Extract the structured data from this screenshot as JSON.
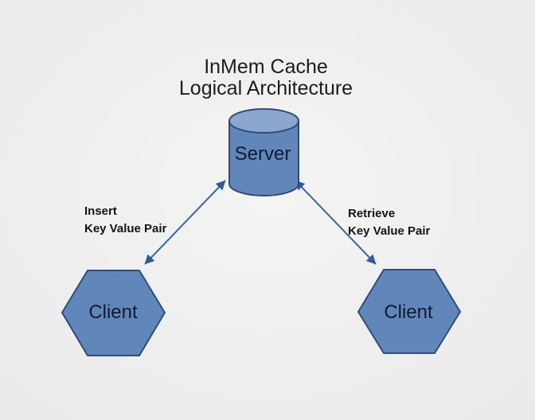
{
  "title": {
    "line1": "InMem Cache",
    "line2": "Logical Architecture"
  },
  "nodes": {
    "server": {
      "label": "Server",
      "shape": "cylinder"
    },
    "client_left": {
      "label": "Client",
      "shape": "hexagon"
    },
    "client_right": {
      "label": "Client",
      "shape": "hexagon"
    }
  },
  "edges": {
    "insert": {
      "line1": "Insert",
      "line2": "Key Value Pair",
      "from": "client_left",
      "to": "server",
      "direction": "bidirectional"
    },
    "retrieve": {
      "line1": "Retrieve",
      "line2": "Key Value Pair",
      "from": "server",
      "to": "client_right",
      "direction": "bidirectional"
    }
  },
  "colors": {
    "background": "#ededee",
    "background_center": "#f4f4f2",
    "node_fill": "#6186b9",
    "cylinder_top_fill": "#8ba7cd",
    "node_stroke": "#2e4d7b",
    "arrow_line": "#3a67a6",
    "arrow_head": "#2f5a9b",
    "node_text": "#0e1b30",
    "title_text": "#1c1c1c",
    "edge_label_text": "#141414"
  }
}
